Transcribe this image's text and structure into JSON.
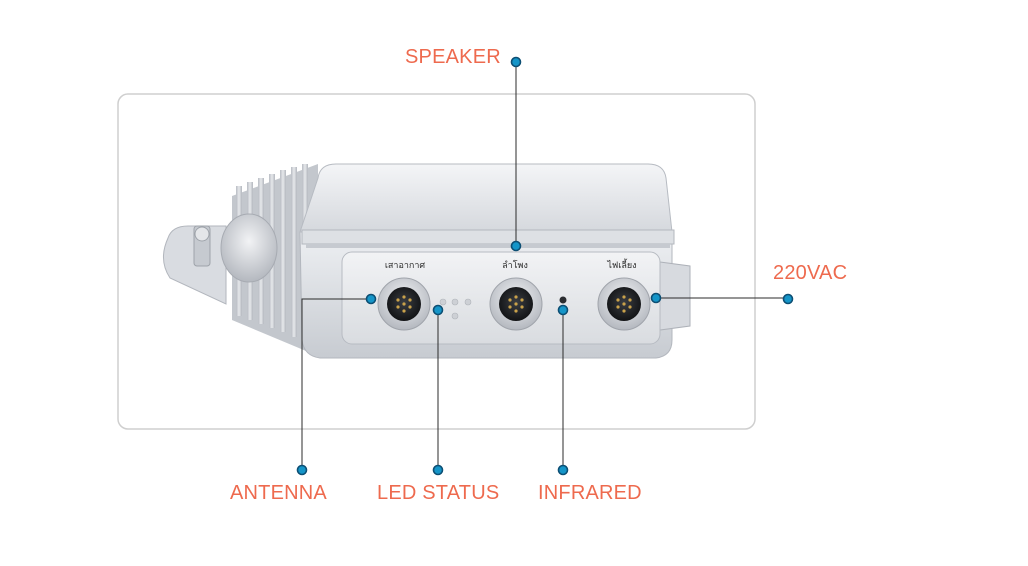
{
  "colors": {
    "label": "#ee6a4e",
    "leader": "#2b2b2b",
    "dot_fill": "#1595c8",
    "dot_ring": "#0d4f74",
    "frame": "#cfcfcf"
  },
  "callouts": {
    "speaker": "SPEAKER",
    "power": "220VAC",
    "antenna": "ANTENNA",
    "led_status": "LED STATUS",
    "infrared": "INFRARED"
  },
  "device": {
    "port_labels": [
      "เสาอากาศ",
      "ลำโพง",
      "ไฟเลี้ยง"
    ]
  }
}
